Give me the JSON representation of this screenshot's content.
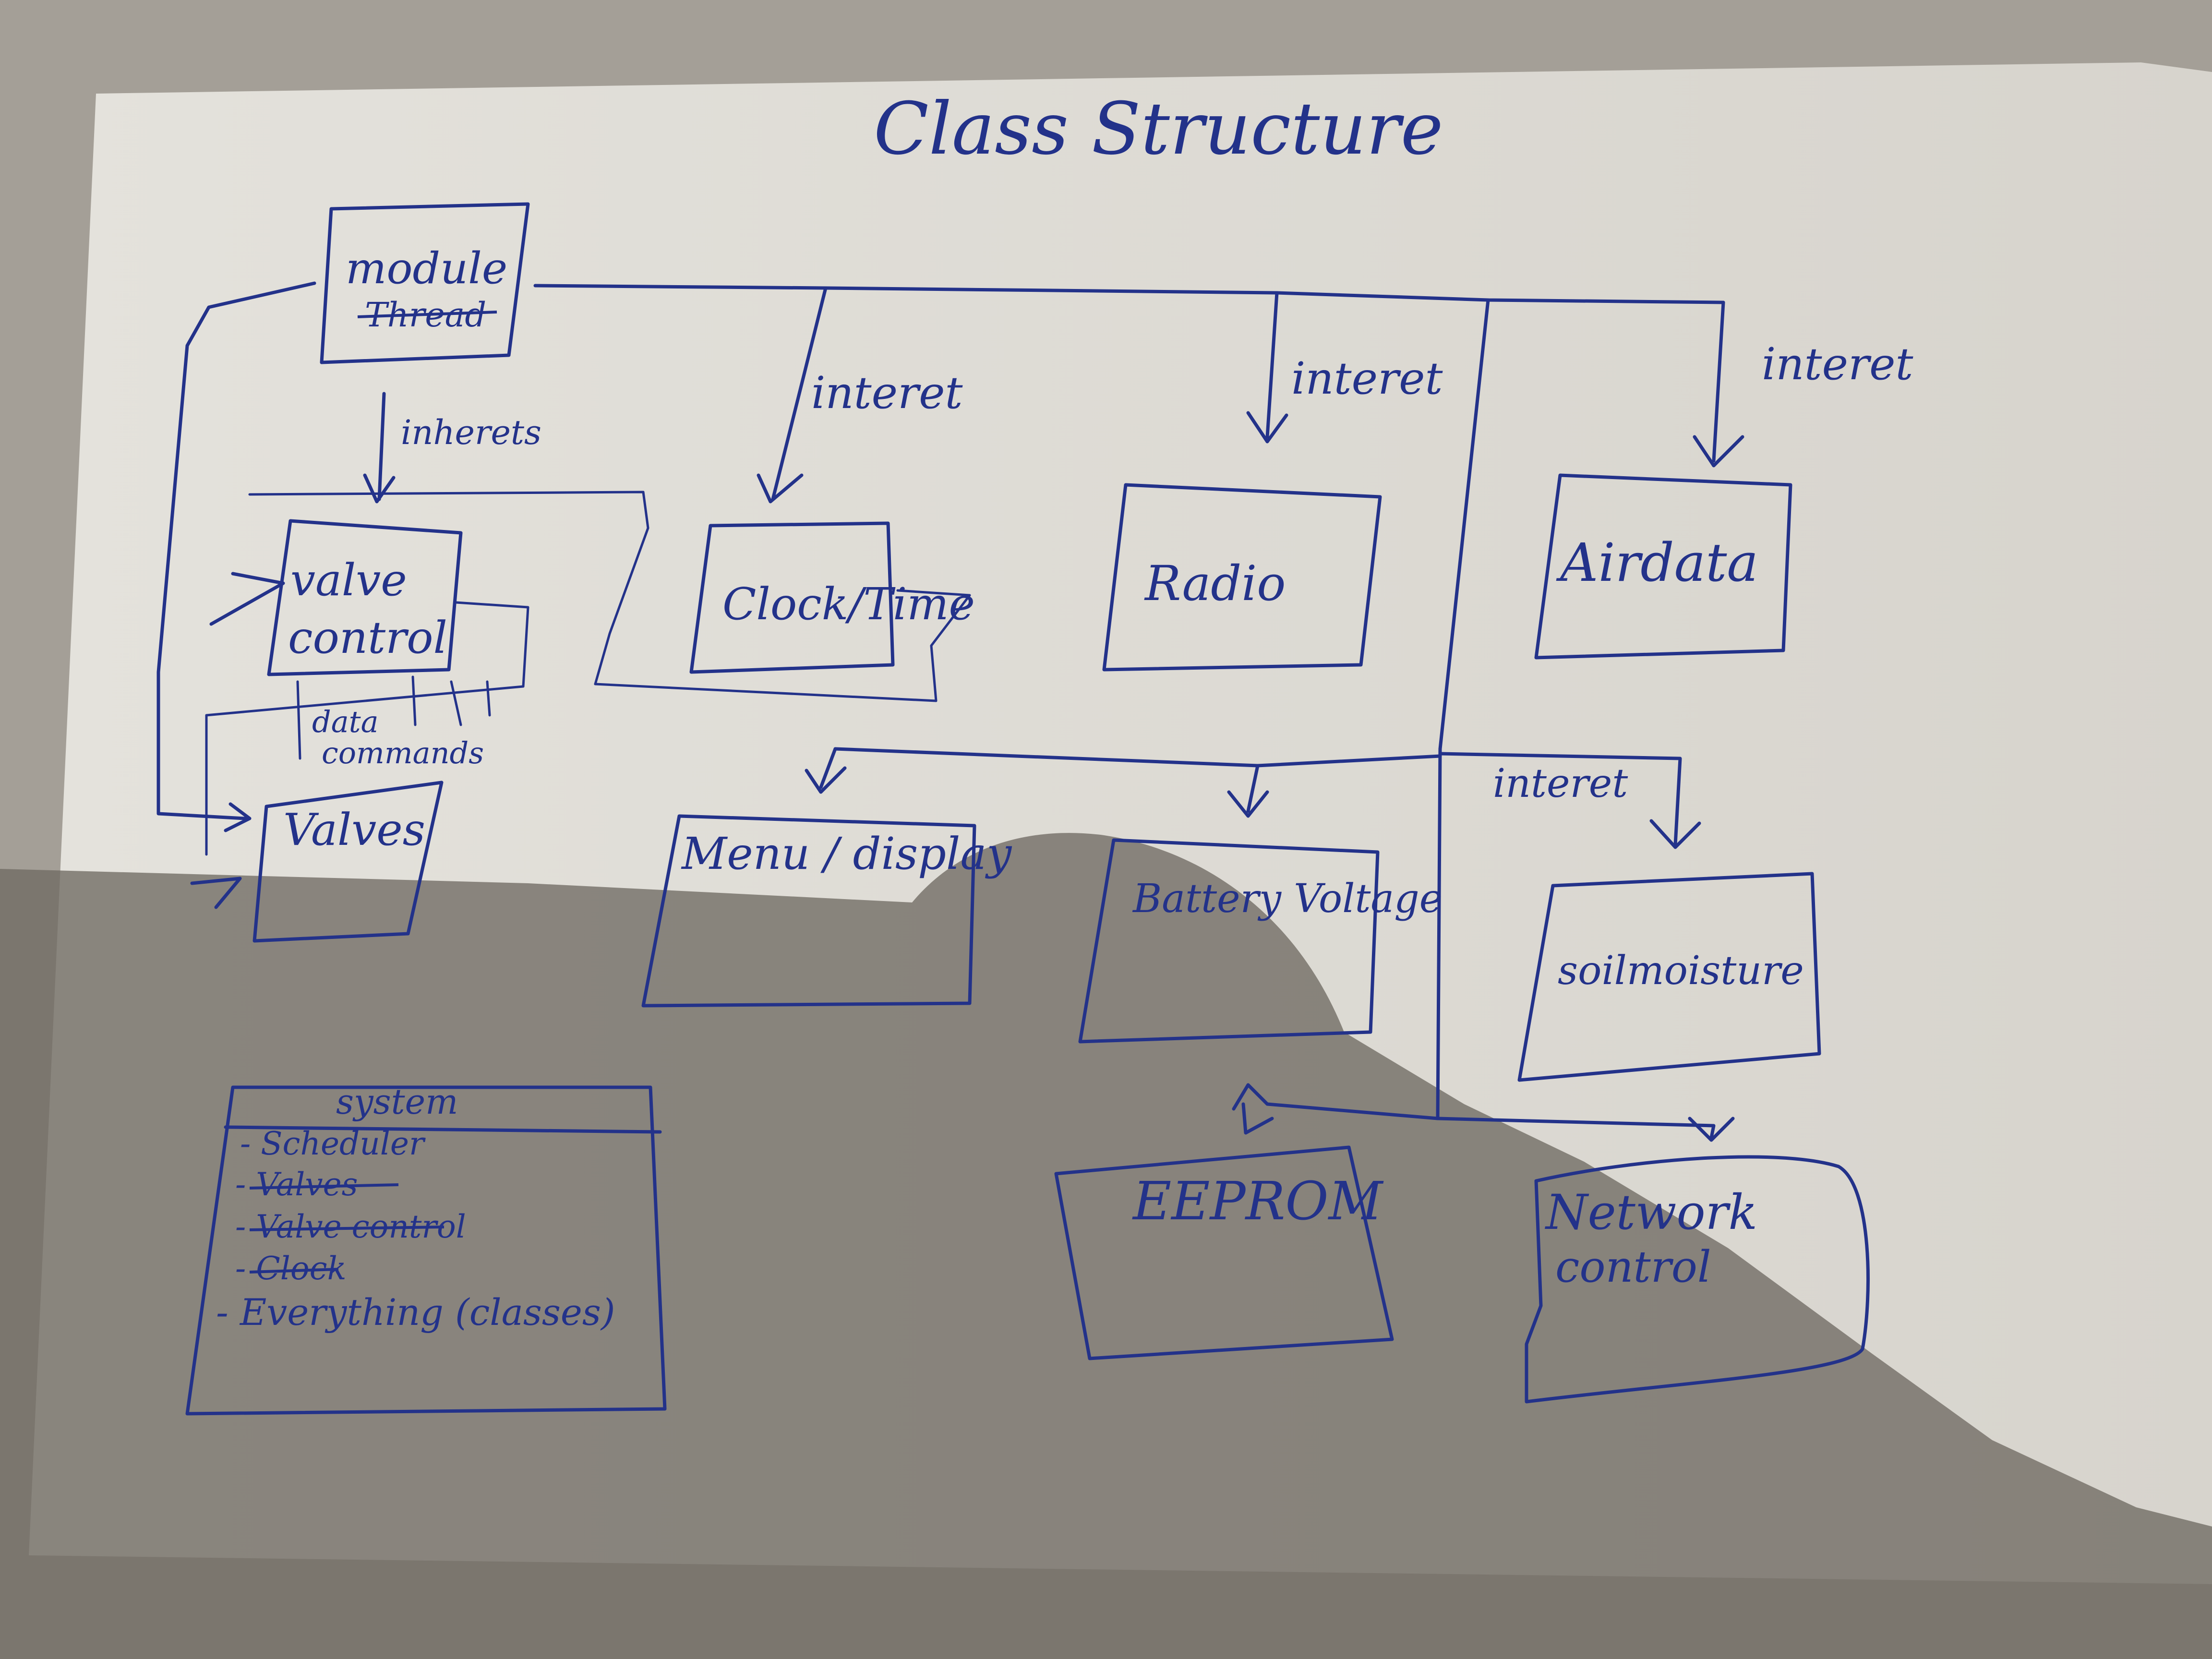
{
  "diagram": {
    "title": "Class Structure",
    "colors": {
      "ink": "#23328a",
      "paper": "#dcdad4",
      "shadow": "#77726b"
    },
    "nodes": {
      "module": {
        "label": "module",
        "struck_label": "Thread"
      },
      "valve_control": {
        "line1": "valve",
        "line2": "control"
      },
      "valves": {
        "label": "Valves"
      },
      "clock_time": {
        "label": "Clock/Time"
      },
      "radio": {
        "label": "Radio"
      },
      "airdata": {
        "label": "Airdata"
      },
      "menu_display": {
        "label": "Menu / display"
      },
      "battery_voltage": {
        "label": "Battery Voltage"
      },
      "soil_moisture": {
        "label": "soilmoisture"
      },
      "eeprom": {
        "label": "EEPROM"
      },
      "network_control": {
        "line1": "Network",
        "line2": "control"
      }
    },
    "edge_labels": {
      "inherits": "inherets",
      "inherit_clock": "interet",
      "inherit_radio": "interet",
      "inherit_airdata": "interet",
      "inherit_soil": "interet",
      "data_commands": {
        "line1": "data",
        "line2": "commands"
      }
    },
    "system_box": {
      "header": "system",
      "items": [
        {
          "text": "- Scheduler",
          "struck": false
        },
        {
          "text": "- Valves",
          "struck": true
        },
        {
          "text": "- Valve control",
          "struck": true
        },
        {
          "text": "- Clock",
          "struck": true
        },
        {
          "text": "- Everything (classes)",
          "struck": false
        }
      ]
    }
  }
}
